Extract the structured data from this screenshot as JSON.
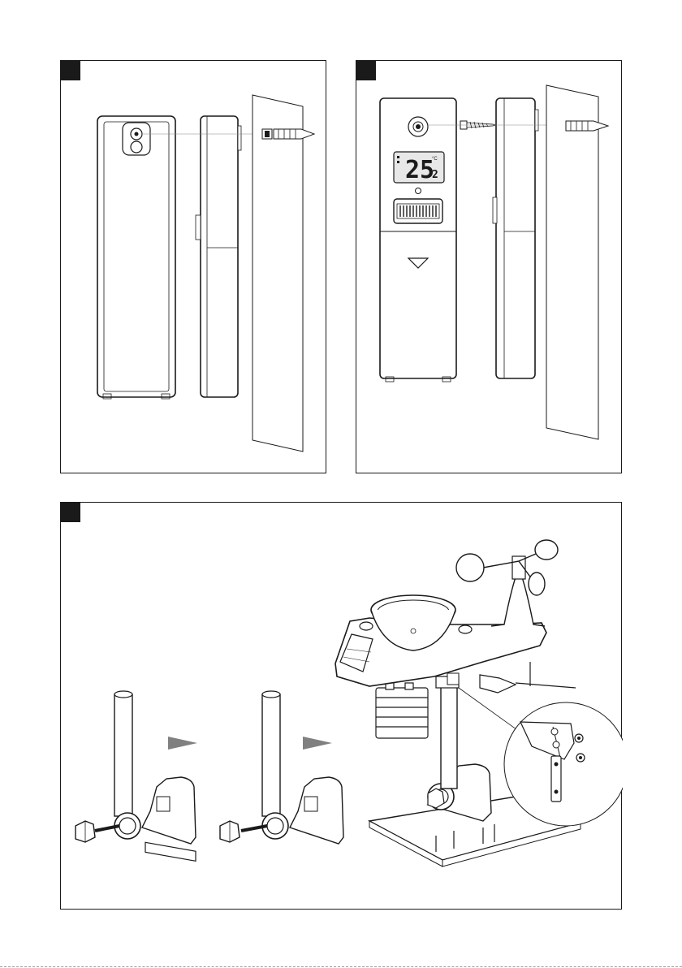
{
  "colors": {
    "ink": "#1a1a1a",
    "panel_bg": "#ffffff",
    "accent_gray": "#808080",
    "lcd_bg": "#e8e8e8"
  },
  "panel1": {
    "badge": "badge"
  },
  "panel2": {
    "badge": "badge",
    "lcd": {
      "value_main": "25",
      "value_decimal": "2",
      "unit": "°C"
    }
  },
  "panel3": {
    "badge": "badge",
    "arrow_icon": "play-arrow-icon"
  }
}
